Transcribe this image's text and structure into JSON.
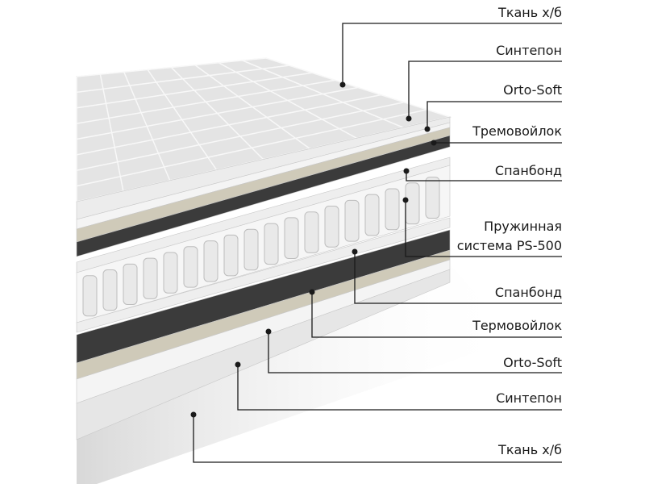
{
  "labels": [
    "Ткань х/б",
    "Синтепон",
    "Orto-Soft",
    "Тремовойлок",
    "Спанбонд",
    "Пружинная",
    "система PS-500",
    "Спанбонд",
    "Термовойлок",
    "Orto-Soft",
    "Синтепон",
    "Ткань х/б"
  ],
  "colors": {
    "fabric": "#ececec",
    "sintepon": "#f4f4f4",
    "orto_soft": "#cfcab9",
    "felt": "#3b3b3b",
    "spanbond": "#eeeeee",
    "line": "#1a1a1a"
  }
}
